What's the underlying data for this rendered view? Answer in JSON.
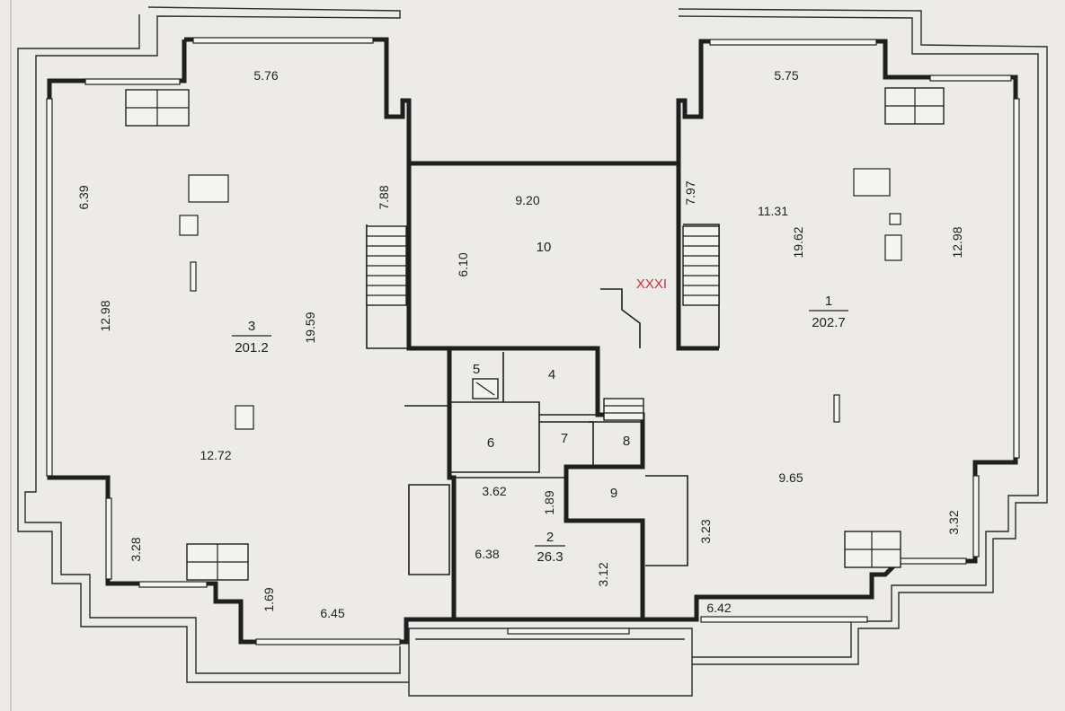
{
  "plan": {
    "rooms": [
      {
        "id": "room-3",
        "number": "3",
        "area": "201.2"
      },
      {
        "id": "room-1",
        "number": "1",
        "area": "202.7"
      },
      {
        "id": "room-2",
        "number": "2",
        "area": "26.3"
      },
      {
        "id": "room-10",
        "number": "10"
      },
      {
        "id": "room-4",
        "number": "4"
      },
      {
        "id": "room-5",
        "number": "5"
      },
      {
        "id": "room-6",
        "number": "6"
      },
      {
        "id": "room-7",
        "number": "7"
      },
      {
        "id": "room-8",
        "number": "8"
      },
      {
        "id": "room-9",
        "number": "9"
      }
    ],
    "dimensions": {
      "d1": "5.76",
      "d2": "5.75",
      "d3": "6.39",
      "d4": "7.88",
      "d5": "9.20",
      "d6": "7.97",
      "d7": "11.31",
      "d8": "6.10",
      "d9": "19.62",
      "d10": "12.98",
      "d11": "12.98",
      "d12": "19.59",
      "d13": "12.72",
      "d14": "9.65",
      "d15": "3.62",
      "d16": "1.89",
      "d17": "3.23",
      "d18": "3.32",
      "d19": "3.28",
      "d20": "6.38",
      "d21": "3.12",
      "d22": "1.69",
      "d23": "6.45",
      "d24": "6.42"
    },
    "stamp": "XXXI"
  }
}
